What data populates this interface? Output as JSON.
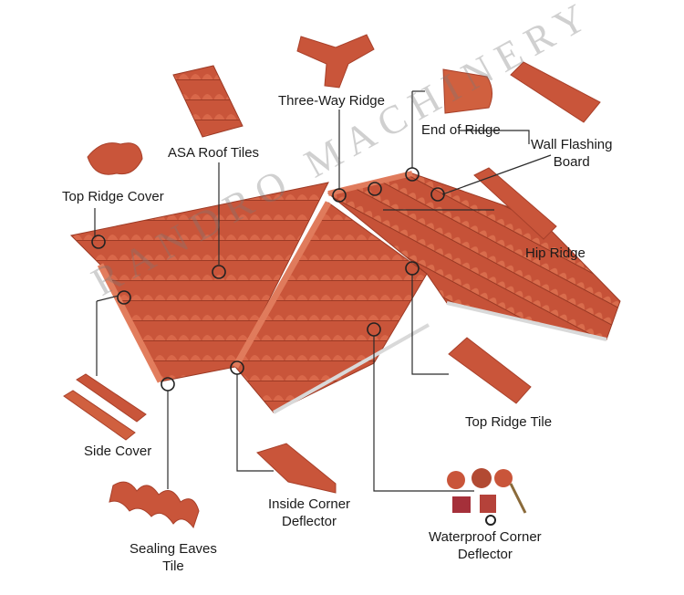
{
  "watermark": "RANDRO MACHINERY",
  "colors": {
    "tile": "#c9553a",
    "tile_dark": "#a8402a",
    "tile_light": "#df7a5a",
    "line": "#2b2b2b",
    "background": "#ffffff"
  },
  "labels": {
    "three_way_ridge": "Three-Way Ridge",
    "end_of_ridge": "End of Ridge",
    "wall_flashing_board": [
      "Wall Flashing",
      "Board"
    ],
    "asa_roof_tiles": "ASA Roof Tiles",
    "top_ridge_cover": "Top Ridge Cover",
    "hip_ridge": "Hip Ridge",
    "top_ridge_tile": "Top Ridge Tile",
    "side_cover": "Side Cover",
    "inside_corner_deflector": [
      "Inside Corner",
      "Deflector"
    ],
    "waterproof_corner_deflector": [
      "Waterproof Corner",
      "Deflector"
    ],
    "sealing_eaves_tile": [
      "Sealing Eaves",
      "Tile"
    ]
  }
}
